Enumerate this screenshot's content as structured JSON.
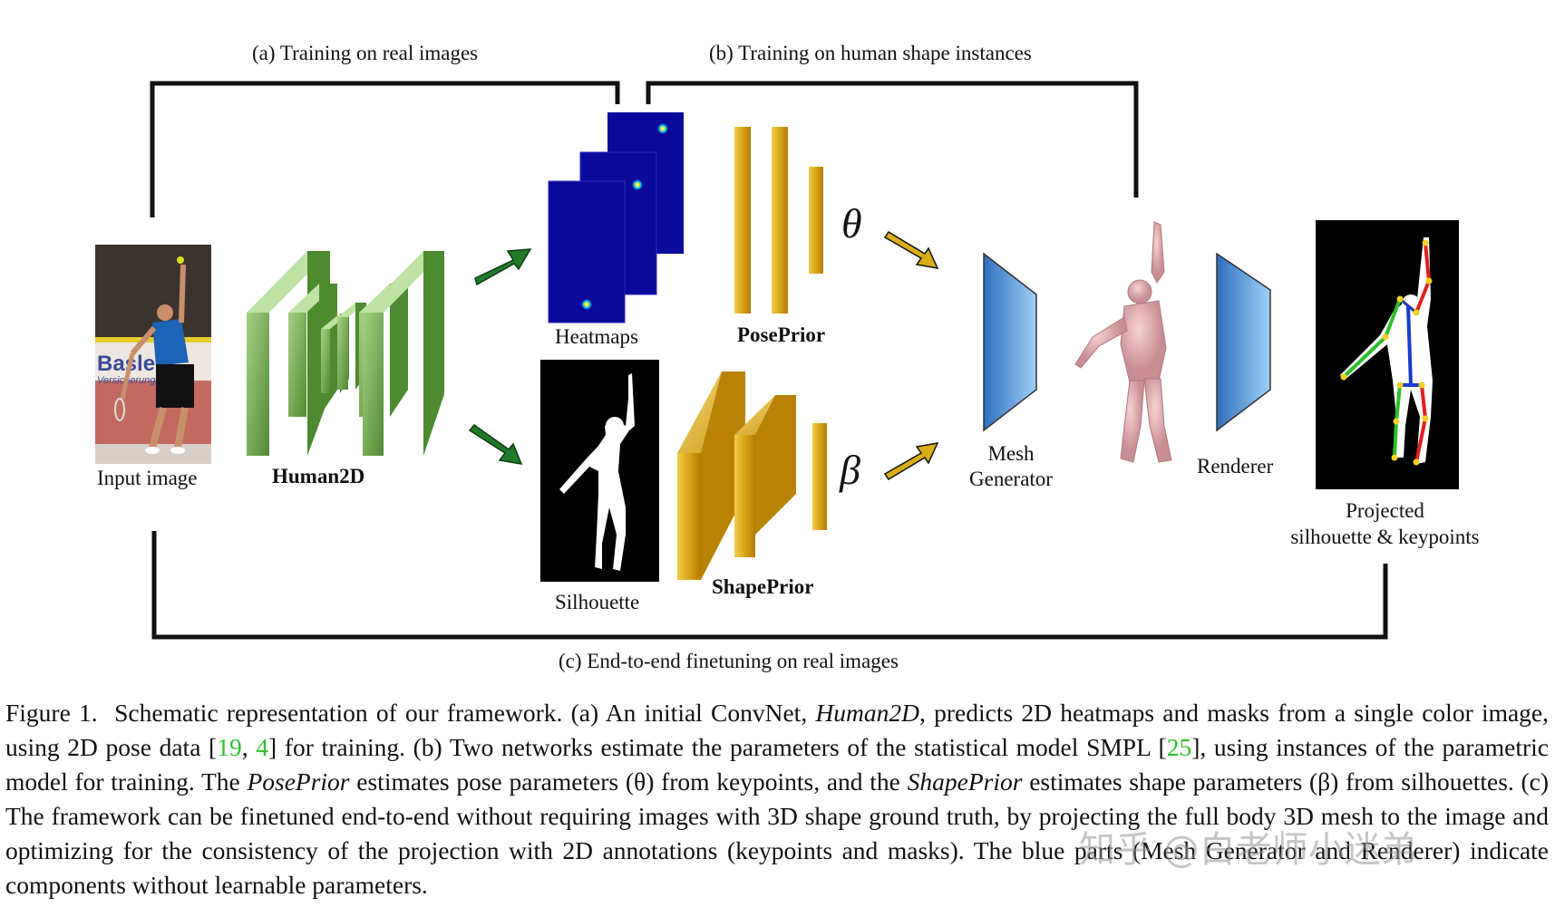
{
  "labels": {
    "training_real": "(a) Training on real images",
    "training_shape": "(b) Training on human shape instances",
    "finetune": "(c) End-to-end finetuning on real images",
    "input_image": "Input image",
    "human2d": "Human2D",
    "heatmaps": "Heatmaps",
    "silhouette": "Silhouette",
    "poseprior": "PosePrior",
    "shapeprior": "ShapePrior",
    "theta": "θ",
    "beta": "β",
    "mesh_line1": "Mesh",
    "mesh_line2": "Generator",
    "renderer": "Renderer",
    "projected_line1": "Projected",
    "projected_line2": "silhouette & keypoints",
    "photo_text_1": "Basle",
    "photo_text_2": "Versicherunge"
  },
  "caption": {
    "fig": "Figure 1.",
    "s1": "Schematic representation of our framework. (a) An initial ConvNet,",
    "human2d": "Human2D",
    "s2": ", predicts 2D heatmaps and masks from a single color image, using 2D pose data [",
    "ref1": "19",
    "sep": ", ",
    "ref2": "4",
    "s3": "] for training. (b) Two networks estimate the parameters of the statistical model SMPL [",
    "ref3": "25",
    "s4": "], using instances of the parametric model for training. The",
    "poseprior": "PosePrior",
    "s5": "estimates pose parameters (θ) from keypoints, and the",
    "shapeprior": "ShapePrior",
    "s6": "estimates shape parameters (β) from silhouettes. (c) The framework can be finetuned end-to-end without requiring images with 3D shape ground truth, by projecting the full body 3D mesh to the image and optimizing for the consistency of the projection with 2D annotations (keypoints and masks). The blue parts (Mesh Generator and Renderer) indicate components without learnable parameters."
  },
  "watermark": "知乎 @白老师小迷弟",
  "colors": {
    "green_net": "#6fae4a",
    "green_arrow": "#1f7a2a",
    "gold": "#c9960e",
    "gold_arrow": "#d9ad16",
    "heatmap_blue": "#0a0a9a",
    "mesh_blue": "#4d8fd0",
    "ref_green": "#2fc12f"
  }
}
